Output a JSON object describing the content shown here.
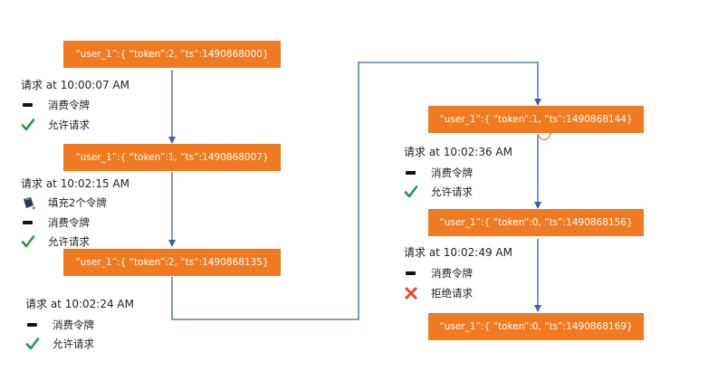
{
  "states": [
    {
      "id": "s1",
      "label": "“user_1”:{ “token”:2, “ts”:1490868000}"
    },
    {
      "id": "s2",
      "label": "“user_1”:{ “token”:1, “ts”:1490868007}"
    },
    {
      "id": "s3",
      "label": "“user_1”:{ “token”:2, “ts”:1490868135}"
    },
    {
      "id": "s4",
      "label": "“user_1”:{ “token”:1, “ts”:1490868144}"
    },
    {
      "id": "s5",
      "label": "“user_1”:{ “token”:0, “ts”:1490868156}"
    },
    {
      "id": "s6",
      "label": "“user_1”:{ “token”:0, “ts”:1490868169}"
    }
  ],
  "requests": [
    {
      "id": "r1",
      "label": "请求 at 10:00:07 AM",
      "actions": [
        {
          "icon": "minus-icon",
          "text": "消费令牌"
        },
        {
          "icon": "checkmark-icon",
          "text": "允许请求"
        }
      ]
    },
    {
      "id": "r2",
      "label": "请求 at 10:02:15 AM",
      "actions": [
        {
          "icon": "bucket-icon",
          "text": "填充2个令牌"
        },
        {
          "icon": "minus-icon",
          "text": "消费令牌"
        },
        {
          "icon": "checkmark-icon",
          "text": "允许请求"
        }
      ]
    },
    {
      "id": "r3",
      "label": "请求 at 10:02:24 AM",
      "actions": [
        {
          "icon": "minus-icon",
          "text": "消费令牌"
        },
        {
          "icon": "checkmark-icon",
          "text": "允许请求"
        }
      ]
    },
    {
      "id": "r4",
      "label": "请求 at 10:02:36 AM",
      "actions": [
        {
          "icon": "minus-icon",
          "text": "消费令牌"
        },
        {
          "icon": "checkmark-icon",
          "text": "允许请求"
        }
      ]
    },
    {
      "id": "r5",
      "label": "请求 at 10:02:49 AM",
      "actions": [
        {
          "icon": "minus-icon",
          "text": "消费令牌"
        },
        {
          "icon": "cross-icon",
          "text": "拒绝请求"
        }
      ]
    }
  ],
  "colors": {
    "box": "#f07a21",
    "box_text": "#ffffff",
    "arrow": "#3d5fae",
    "check": "#1f9a4a",
    "cross": "#e8462b",
    "bucket": "#2b3b4d"
  }
}
